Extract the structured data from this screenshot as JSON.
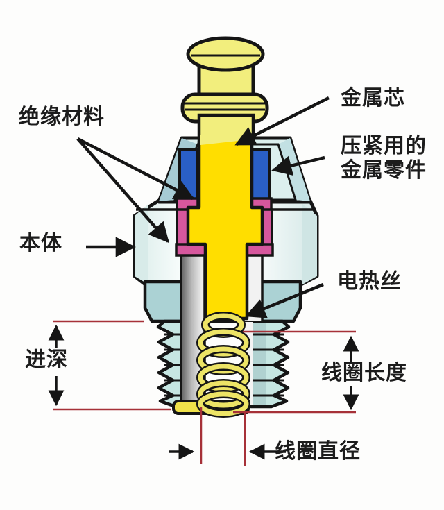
{
  "figure": {
    "type": "cross-section-diagram",
    "callout_labels": {
      "insulation": "绝缘材料",
      "metal_core": "金属芯",
      "clamp_line1": "压紧用的",
      "clamp_line2": "金属零件",
      "body": "本体",
      "heating_wire": "电热丝"
    },
    "dimension_labels": {
      "depth": "进深",
      "coil_length": "线圈长度",
      "coil_diameter": "线圈直径"
    },
    "palette": {
      "core_yellow": "#FFDE00",
      "terminal_light_yellow": "#F2EE7D",
      "coil_yellow": "#EDE466",
      "tip_plate_yellow": "#F0E24A",
      "clamp_blue": "#2A5FC6",
      "insulation_pink": "#D6579D",
      "cap_cyan": "#DCEFEE",
      "cap_shade_cyan": "#A6CBD4",
      "body_white": "#F2F9F8",
      "collar_cyan": "#ABD2D4",
      "thread_cyan": "#C6E6E2",
      "outline_black": "#151515",
      "dimension_red": "#A63138",
      "text_black": "#1C1C1C"
    }
  }
}
